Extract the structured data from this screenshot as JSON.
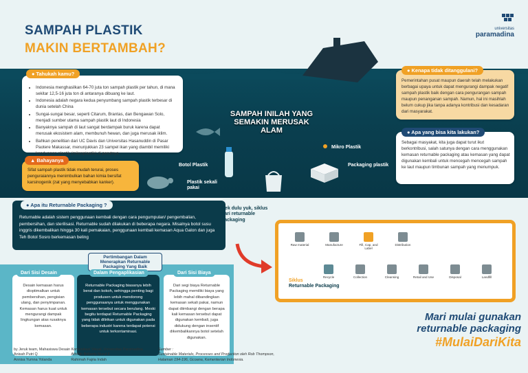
{
  "header": {
    "title_line1": "SAMPAH PLASTIK",
    "title_line2": "MAKIN BERTAMBAH?",
    "logo_small": "universitas",
    "logo_name": "paramadina"
  },
  "tahukah": {
    "tag": "Tahukah kamu?",
    "facts": [
      "Indonesia menghasilkan 64-70 juta ton sampah plastik per tahun, di mana sekitar 12,5-16 juta ton di antaranya dibuang ke laut.",
      "Indonesia adalah negara kedua penyumbang sampah plastik terbesar di dunia setelah China",
      "Sungai-sungai besar, seperti Citarum, Brantas, dan Bengawan Solo, menjadi sumber utama sampah plastik laut di Indonesia",
      "Banyaknya sampah di laut sangat berdampak buruk karena dapat merusak ekosistem alam, membunuh hewan, dan juga merusak iklim.",
      "Bahkan penelitian dari UC Davis dan Universitas Hasanuddin di Pasar Paotere Makassar, menunjukkan 23 sampel ikan yang diambil memiliki kandungan plastik (mikroplastik) di perutnya"
    ]
  },
  "bahaya": {
    "tag": "Bahayanya",
    "text": "Sifat sampah plastik tidak mudah terurai, proses penguraiannya menimbulkan bahan kimia bersifat karsinogenik (zat yang menyebabkan kanker)."
  },
  "center": {
    "title": "SAMPAH INILAH YANG SEMAKIN MERUSAK ALAM",
    "labels": {
      "mikro": "Mikro Plastik",
      "botol": "Botol Plastik",
      "packaging": "Packaging plastik",
      "sekali_pakai": "Plastik sekali pakai"
    }
  },
  "kenapa": {
    "tag": "Kenapa tidak ditanggulani?",
    "text": "Pemerintahan pusat maupun daerah telah melakukan berbagai upaya untuk dapat mengurangi dampak negatif sampah plastik baik dengan cara pengurangan sampah maupun penanganan sampah. Namun, hal ini masihlah belum cukup jika tanpa adanya kontribusi dan kesadaran dari masyarakat."
  },
  "apa": {
    "tag": "Apa yang bisa kita lakukan?",
    "text": "Sebagai masyakat, kita juga dapat turut ikut berkontribusi, salah satunya dengan cara menggunakan kemasan returnable packaging atau kemasan yang dapat digunakan kembali untuk mencegah mencegah sampah ke laut maupun timbunan sampah yang menumpuk."
  },
  "returnable": {
    "tag": "Apa itu Returnable Packaging ?",
    "text": "Returnable adalah sistem penggunaan kembali dengan cara pengumpulan/ pengembalian, pembersihan, dan sterilisasi. Returnable sudah dilakukan di beberapa negara. Misalnya botol susu inggris dikembalikan hingga 30 kali pemakaian, penggunaan kembali kemasan Aqua Galon dan juga Teh Botol Sosro berkemasan beling"
  },
  "pertimbangan": {
    "heading": "Pertimbangan Dalam Menerapkan Returnable Packaging Yang Baik",
    "cols": [
      {
        "title": "Dari Sisi Desain",
        "text": "Desain kemasan harus dioptimalkan untuk pembersihan, pengisian ulang, dan penyimpanan. Kemasan harus kuat untuk mengurangi dampak lingkungan atas rusaknya kemasan."
      },
      {
        "title": "Dalam Pengaplikasian",
        "text": "Returnable Packaging biasanya lebih berat dan kokoh, sehingga penting bagi produsen untuk mendorong penggunaanya untuk menggunakan kemasan tersebut secara berulang. Meski begitu terdapat Returnable Packaging yang tidak dilirikan untuk digunakan pada beberapa industri karena terdapat potensi untuk terkontaminasi."
      },
      {
        "title": "Dari Sisi Biaya",
        "text": "Dari segi biaya Returnable Packaging memiliki biaya yang lebih mahal dibandingkan kemasan sekali pakai, namun dapat diimbangi dengan berapa kali kemasan tersebut dapat digunakan kembali, juga didukung dengan insentif dikembalikannya botol setelah digunakan."
      }
    ]
  },
  "cycle": {
    "cta": "Cek dulu yuk, siklus dari returnable packaging",
    "siklus_word": "Siklus",
    "siklus_rest": "Returnable Packaging",
    "steps": [
      "Raw material",
      "Manufacture",
      "Fill, Cap, and Label",
      "Distribution",
      "Recycle",
      "Collection",
      "Cleansing",
      "Retail and Use",
      "Disposal",
      "Landfill"
    ]
  },
  "slogan": {
    "line1": "Mari mulai gunakan",
    "line2": "returnable packaging",
    "hashtag": "#MulaiDariKita"
  },
  "credits": {
    "line1": "by Jeruk team, Mahasiswa Desain Komunikasi Visual, Universitas Paramadina",
    "names_left": [
      "Anisah Putri Q",
      "Annisa Yumna Yolanda"
    ],
    "names_right": [
      "Athifah Brillanty Nurul F",
      "Rahimah Fajria Indah"
    ]
  },
  "sources": {
    "label": "Sumber :",
    "line1": "Sustainable Materials, Processes and Production oleh Rob Thompson,",
    "line2": "Halaman 194-196, Gcoana, Kementerian Indonesia."
  },
  "colors": {
    "navy": "#1f4a75",
    "orange": "#f0a125",
    "sea": "#0b4a5c",
    "teal": "#5bb6c7"
  }
}
